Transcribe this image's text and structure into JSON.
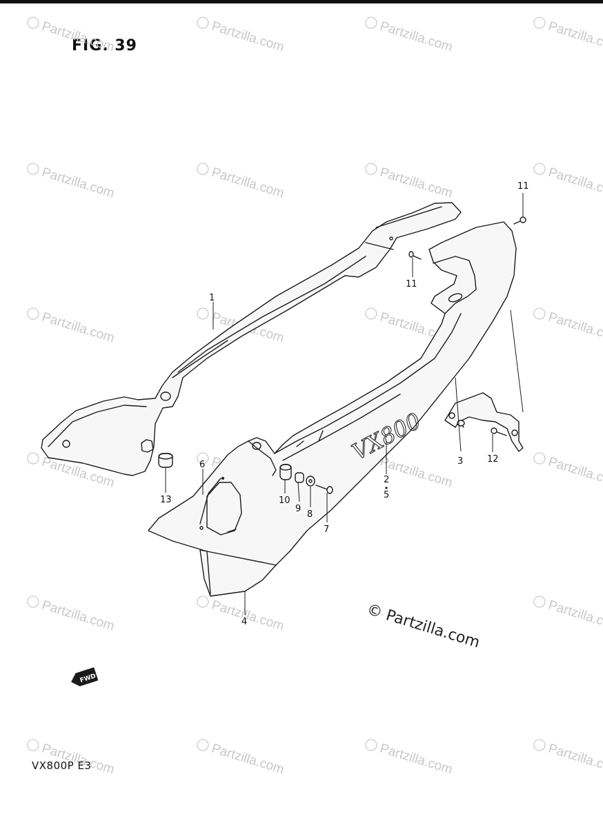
{
  "figure": {
    "title": "FIG. 39",
    "model_code": "VX800P  E3",
    "copyright_text": "© Partzilla.com",
    "fwd_label": "FWD",
    "badge_text": "VX800"
  },
  "watermark": {
    "text": "Partzilla.com",
    "color": "#c8c8c8"
  },
  "callouts": [
    {
      "id": "1",
      "label": "1"
    },
    {
      "id": "2",
      "label": "2"
    },
    {
      "id": "5",
      "label": "5"
    },
    {
      "id": "3",
      "label": "3"
    },
    {
      "id": "4",
      "label": "4"
    },
    {
      "id": "6",
      "label": "6"
    },
    {
      "id": "7",
      "label": "7"
    },
    {
      "id": "8",
      "label": "8"
    },
    {
      "id": "9",
      "label": "9"
    },
    {
      "id": "10",
      "label": "10"
    },
    {
      "id": "11a",
      "label": "11"
    },
    {
      "id": "11b",
      "label": "11"
    },
    {
      "id": "12",
      "label": "12"
    },
    {
      "id": "13",
      "label": "13"
    }
  ]
}
